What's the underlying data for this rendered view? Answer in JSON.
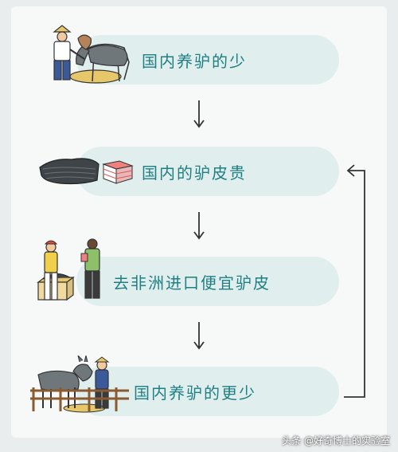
{
  "steps": [
    {
      "label": "国内养驴的少",
      "illustration": "farmer-feeding-donkeys-icon"
    },
    {
      "label": "国内的驴皮贵",
      "illustration": "stacked-hides-and-boxes-icon"
    },
    {
      "label": "去非洲进口便宜驴皮",
      "illustration": "traders-with-crate-icon"
    },
    {
      "label": "国内养驴的更少",
      "illustration": "donkey-behind-fence-icon"
    }
  ],
  "watermark": "头条 @好奇博士的实验室",
  "colors": {
    "pill_bg": "#e0eeee",
    "pill_text": "#1f7f82",
    "arrow": "#333333",
    "panel_bg": "#f7f9f9",
    "page_bg": "#e9edee"
  }
}
